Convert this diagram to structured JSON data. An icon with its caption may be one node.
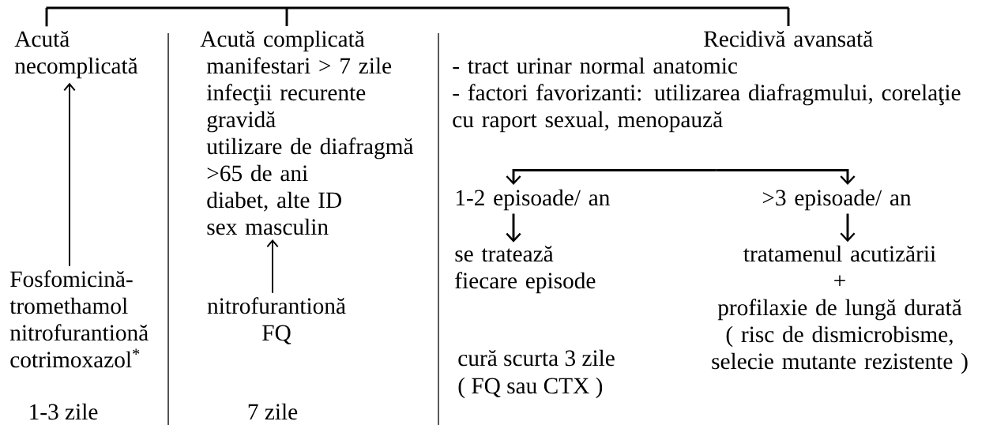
{
  "diagram": {
    "nodes": [
      {
        "text": [],
        "shape": "bar"
      },
      {
        "text": [
          "Acută necomplicată"
        ]
      },
      {
        "text": [
          "Fosfomicină- tromethamol",
          "nitrofurantionă",
          "cotrimoxazol$^{*}$"
        ]
      },
      {
        "text": [
          "Acută complicată",
          "manifestari > 7 zile",
          "infecţii recurente",
          "gravidă",
          "utilizare de diafragmă",
          ">65 de ani",
          "diabet, alte ID",
          "sex masculin"
        ]
      },
      {
        "text": [
          "nitrofurantionă",
          "FQ"
        ]
      },
      {
        "text": [
          "Recidivă avansată",
          "- tract urinar normal anatomic",
          "- factori favorizanti: utilizarea diafragmului, corelaţie cu raport sexual, menopauză"
        ]
      },
      {
        "text": [
          "1-2 episoade/ an"
        ]
      },
      {
        "text": [
          ">3 episoade/ an"
        ]
      },
      {
        "text": [
          "se tratează fiecare episode"
        ]
      },
      {
        "text": [
          "tratamenul acutizării",
          "+",
          "profilaxie de lungă durată",
          "( risc de dismicrobisme, selecie mutante rezistente )"
        ]
      }
    ],
    "edges": [
      {
        "from": 0,
        "to": 1,
        "arrow": "none"
      },
      {
        "from": 0,
        "to": 3,
        "arrow": "none"
      },
      {
        "from": 0,
        "to": 5,
        "arrow": "none"
      },
      {
        "from": 2,
        "to": 1,
        "arrow": "to"
      },
      {
        "from": 4,
        "to": 3,
        "arrow": "to"
      },
      {
        "from": 5,
        "to": 6,
        "arrow": "to"
      },
      {
        "from": 5,
        "to": 7,
        "arrow": "to"
      },
      {
        "from": 6,
        "to": 8,
        "arrow": "to"
      },
      {
        "from": 7,
        "to": 9,
        "arrow": "to"
      }
    ],
    "labels": [
      "cură scurta 3 zile",
      "( FQ sau CTX )",
      "1-3 zile",
      "7 zile"
    ]
  }
}
